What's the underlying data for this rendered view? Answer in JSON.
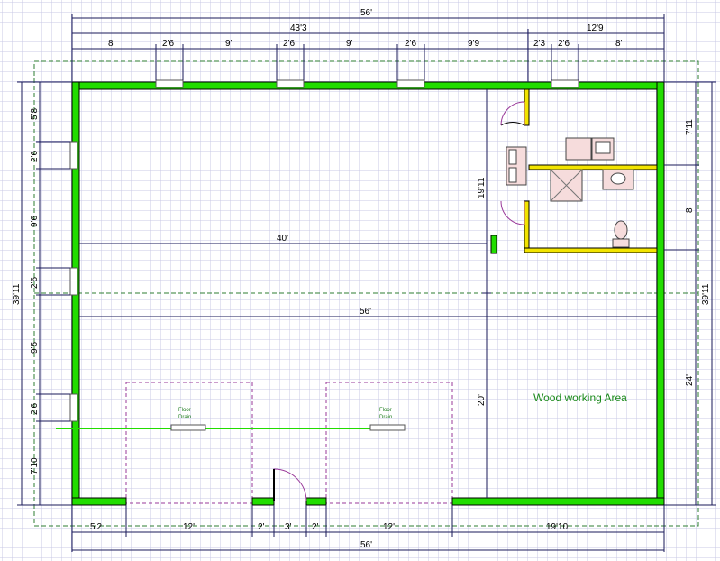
{
  "plan": {
    "area_label": "Wood working Area",
    "floor_drain_label": [
      "Floor",
      "Drain"
    ],
    "colors": {
      "grid": "#c8c8e6",
      "wall": "#22dd00",
      "wall_outline": "#000000",
      "interior_wall": "#f2e400",
      "dimension": "#1a1a5a",
      "garage_door": "#9a3a9a",
      "setback": "#2e7d32",
      "area_text": "#1a8a1a"
    },
    "dimensions": {
      "top_overall": "56'",
      "top_left_total": "43'3",
      "top_right_total": "12'9",
      "top_segments": [
        "8'",
        "2'6",
        "9'",
        "2'6",
        "9'",
        "2'6",
        "9'9",
        "2'3",
        "2'6",
        "8'"
      ],
      "left_overall": "39'11",
      "left_segments": [
        "5'8",
        "2'6",
        "9'6",
        "2'6",
        "9'5",
        "2'6",
        "7'10"
      ],
      "right_overall": "39'11",
      "right_segments": [
        "7'11",
        "8'",
        "24'"
      ],
      "interior_width_upper": "40'",
      "interior_width_lower": "56'",
      "interior_height_upper": "19'11",
      "interior_height_lower": "20'",
      "bottom_segments": [
        "5'2",
        "12'",
        "2'",
        "3'",
        "2'",
        "12'",
        "19'10"
      ],
      "bottom_overall": "56'"
    }
  }
}
